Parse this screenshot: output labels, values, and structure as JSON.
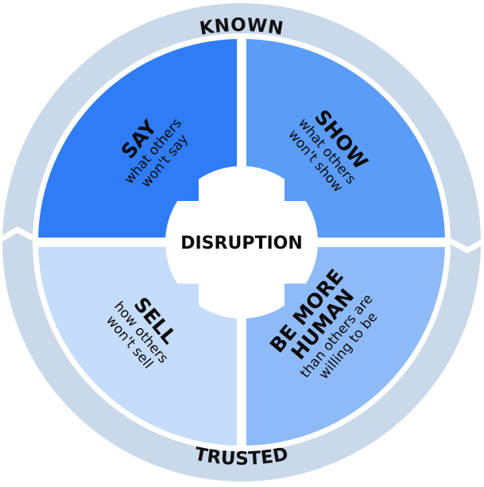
{
  "ring": {
    "top_label": "KNOWN",
    "bottom_label": "TRUSTED",
    "color": "#c9d9ea"
  },
  "center": {
    "label": "DISRUPTION"
  },
  "quadrants": [
    {
      "title": "SAY",
      "lines": [
        "what others",
        "won't say"
      ],
      "color": "#2f7cf6"
    },
    {
      "title": "SHOW",
      "lines": [
        "what others",
        "won't show"
      ],
      "color": "#5b9cf8"
    },
    {
      "title": "SELL",
      "lines": [
        "how others",
        "won't sell"
      ],
      "color": "#c5dcfa"
    },
    {
      "title_lines": [
        "BE MORE",
        "HUMAN"
      ],
      "lines": [
        "than others are",
        "willing to be"
      ],
      "color": "#8fbaf8"
    }
  ]
}
